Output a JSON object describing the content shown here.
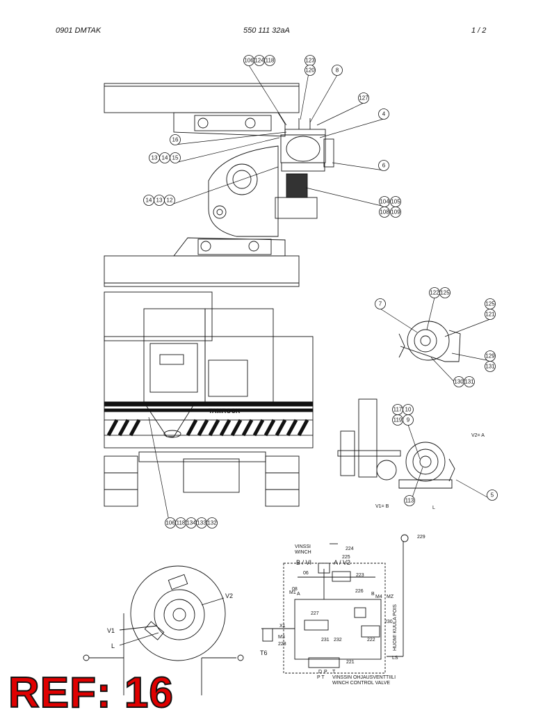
{
  "header": {
    "left": "0901   DMTAK",
    "center": "550 111 32aA",
    "right": "1 /  2"
  },
  "callouts_top": [
    "106",
    "124",
    "118",
    "123",
    "120",
    "8",
    "127",
    "4",
    "16",
    "13",
    "14",
    "15",
    "6",
    "14",
    "13",
    "12",
    "104",
    "105",
    "108",
    "109"
  ],
  "callouts_detail1": [
    "122",
    "125",
    "7",
    "125",
    "121",
    "129",
    "131",
    "130",
    "131"
  ],
  "callouts_detail2": [
    "117",
    "10",
    "119",
    "9",
    "5",
    "113"
  ],
  "detail2_labels": {
    "v2a": "V2= A",
    "v1b": "V1= B",
    "l": "L"
  },
  "callouts_bottom": [
    "106",
    "118",
    "134",
    "133",
    "132"
  ],
  "brand_text": "TAMROCK",
  "motor_labels": {
    "v2": "V2",
    "v1": "V1",
    "l": "L"
  },
  "hydraulic": {
    "winch_title_fi": "VINSSI",
    "winch_title_en": "WINCH",
    "b_vi": "B / VI",
    "a_v2": "A / V2",
    "t6": "T6",
    "m3": "M3",
    "m4": "M4",
    "m1": "M1",
    "mz": "MZ",
    "x1": "X1",
    "ls": "LS",
    "pt": "P  T",
    "valve_fi": "VINSSIN OHJAUSVENTTIILI",
    "valve_en": "WINCH CONTROL VALVE",
    "side_note": "HUOM! KUULA POIS",
    "parts": [
      "224",
      "225",
      "223",
      "226",
      "227",
      "230",
      "231",
      "232",
      "222",
      "221",
      "228",
      "229",
      "06",
      "08",
      "A",
      "B",
      "D",
      "P",
      "T"
    ]
  },
  "ref_label": "REF: 16"
}
